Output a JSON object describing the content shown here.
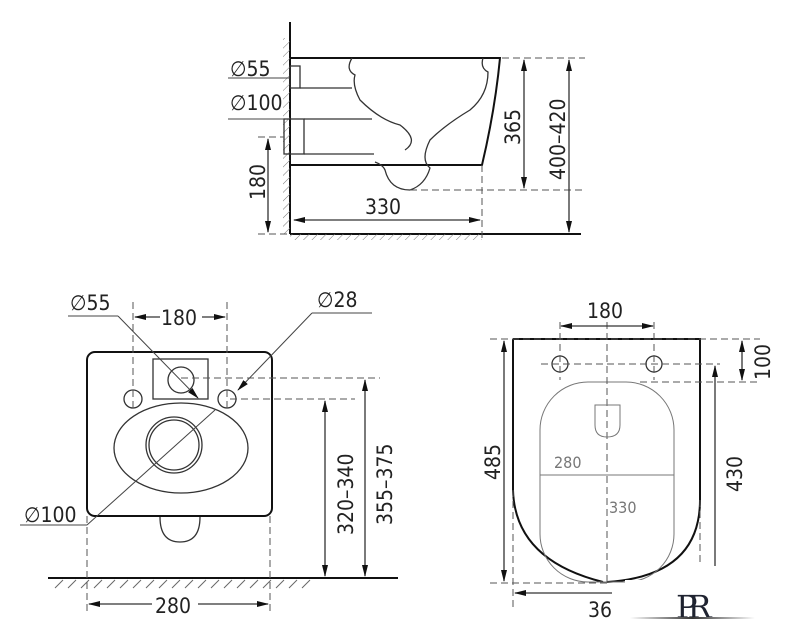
{
  "diagram": {
    "subject": "Wall-hung toilet technical dimension drawing",
    "units": "mm",
    "side_view": {
      "labels": {
        "pipe_small": "∅55",
        "pipe_large": "∅100",
        "bowl_height": "365",
        "seat_height": "400–420",
        "outlet_height": "180",
        "projection": "330"
      }
    },
    "front_view": {
      "labels": {
        "inlet_diameter": "∅55",
        "bolt_diameter": "∅28",
        "outlet_diameter": "∅100",
        "bolt_spacing": "180",
        "bolt_height": "320–340",
        "inlet_height": "355–375",
        "width": "280"
      }
    },
    "top_view": {
      "labels": {
        "bolt_spacing": "180",
        "bolt_offset": "100",
        "total_length": "485",
        "bolt_to_front": "430",
        "inner_width": "280",
        "inner_length": "330",
        "front_offset": "36"
      }
    },
    "logo": {
      "text": "PR"
    }
  }
}
